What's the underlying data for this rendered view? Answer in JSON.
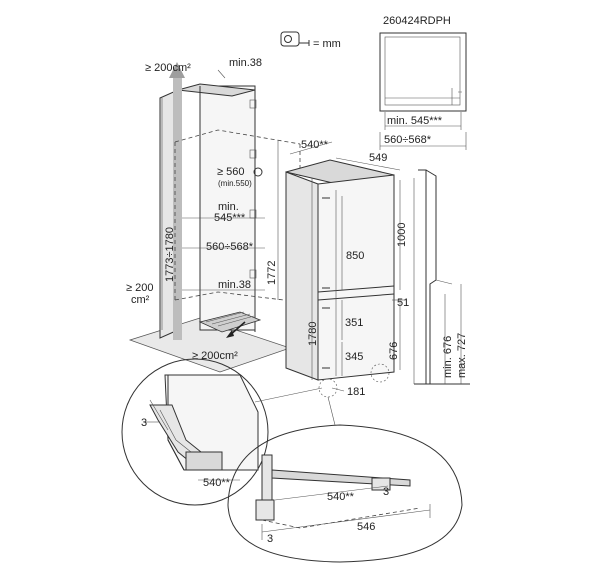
{
  "drawing": {
    "code": "260424RDPH",
    "unit_text": "= mm",
    "labels": {
      "vent_top": "≥ 200cm²",
      "min_top_gap": "min.38",
      "height_range": "1773÷1780",
      "vent_left_a": "≥ 200",
      "vent_left_b": "cm²",
      "vent_bottom": "≥ 200cm²",
      "depth_560": "≥ 560",
      "depth_560_sub": "(min.550)",
      "min_545_a": "min.",
      "min_545_b": "545***",
      "width_range": "560÷568*",
      "min_bottom_gap": "min.38",
      "height_1772": "1772",
      "top_540": "540**",
      "top_549": "549",
      "h_1000": "1000",
      "h_850": "850",
      "h_1780": "1780",
      "h_51": "51",
      "h_351": "351",
      "h_345": "345",
      "h_676": "676",
      "h_181": "181",
      "side_min": "min. 676",
      "side_max": "max. 727",
      "inset_min": "min. 545***",
      "inset_range": "560÷568*",
      "detail_3": "3",
      "detail_540": "540**",
      "bottom_540": "540**",
      "bottom_3a": "3",
      "bottom_3b": "3",
      "bottom_546": "546"
    },
    "icons": [
      "tape-measure-icon"
    ]
  }
}
